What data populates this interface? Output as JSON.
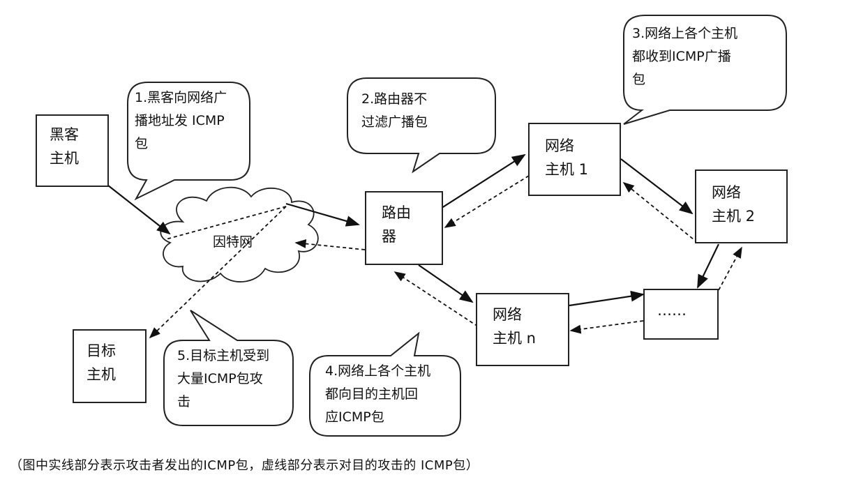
{
  "nodes": {
    "hacker": {
      "line1": "黑客",
      "line2": "主机"
    },
    "internet": {
      "label": "因特网"
    },
    "router": {
      "line1": "路由",
      "line2": "器"
    },
    "host1": {
      "line1": "网络",
      "line2": "主机 1"
    },
    "host2": {
      "line1": "网络",
      "line2": "主机 2"
    },
    "hostn": {
      "line1": "网络",
      "line2": "主机 n"
    },
    "ellipsis": {
      "label": "……"
    },
    "target": {
      "line1": "目标",
      "line2": "主机"
    }
  },
  "callouts": {
    "c1": [
      "1.黑客向网络广",
      "播地址发 ICMP",
      "包"
    ],
    "c2": [
      "2.路由器不",
      "过滤广播包"
    ],
    "c3": [
      "3.网络上各个主机",
      "都收到ICMP广播",
      "包"
    ],
    "c4": [
      "4.网络上各个主机",
      "都向目的主机回",
      "应ICMP包"
    ],
    "c5": [
      "5.目标主机受到",
      "大量ICMP包攻",
      "击"
    ]
  },
  "caption": "（图中实线部分表示攻击者发出的ICMP包，虚线部分表示对目的攻击的 ICMP包）"
}
